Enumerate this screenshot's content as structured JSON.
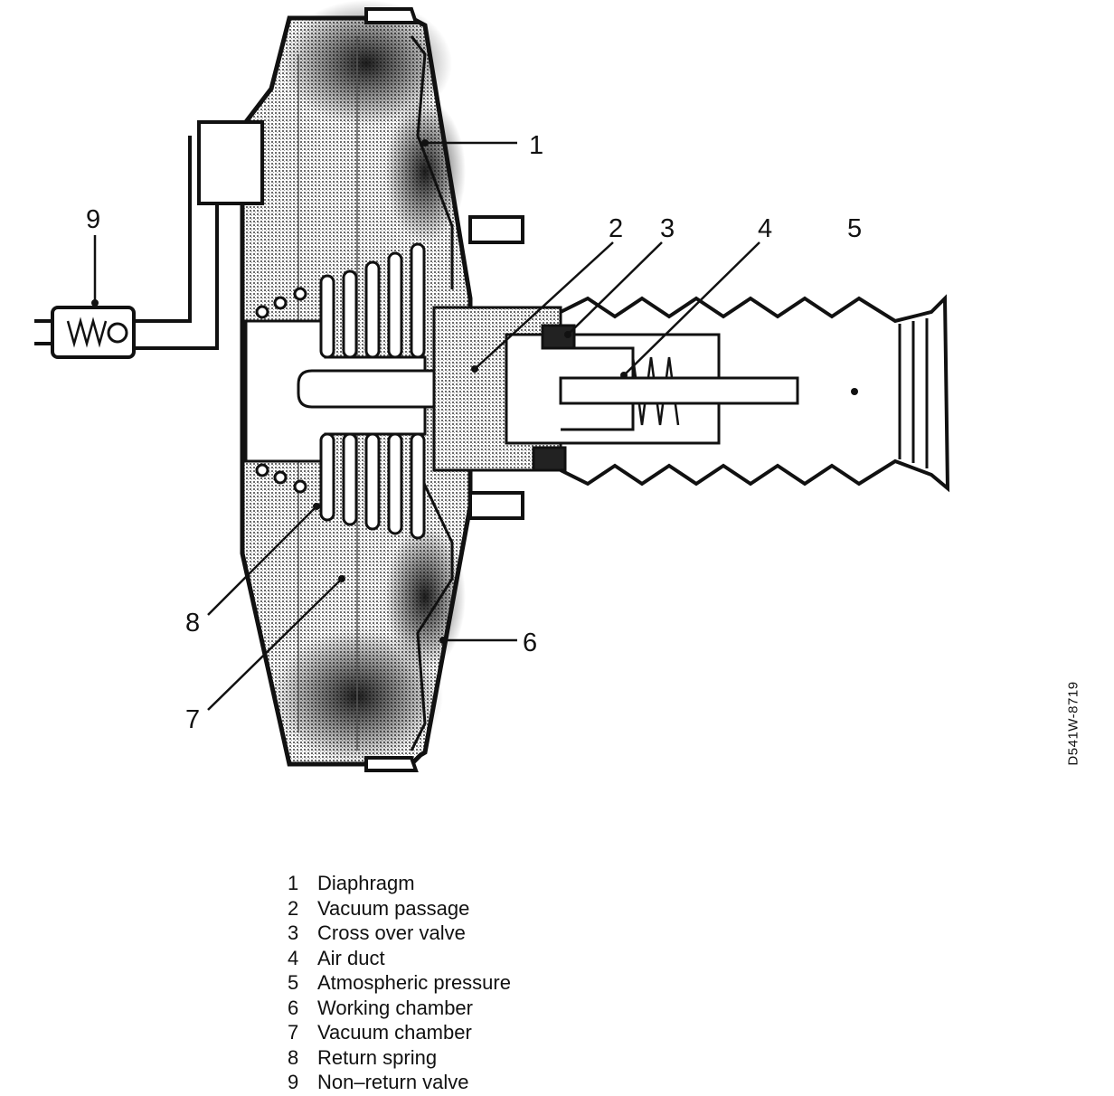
{
  "diagram": {
    "figure_code": "D541W-8719",
    "callouts": [
      "1",
      "2",
      "3",
      "4",
      "5",
      "6",
      "7",
      "8",
      "9"
    ]
  },
  "legend": [
    {
      "num": "1",
      "label": "Diaphragm"
    },
    {
      "num": "2",
      "label": "Vacuum passage"
    },
    {
      "num": "3",
      "label": "Cross over valve"
    },
    {
      "num": "4",
      "label": "Air duct"
    },
    {
      "num": "5",
      "label": "Atmospheric pressure"
    },
    {
      "num": "6",
      "label": "Working chamber"
    },
    {
      "num": "7",
      "label": "Vacuum chamber"
    },
    {
      "num": "8",
      "label": "Return spring"
    },
    {
      "num": "9",
      "label": "Non–return valve"
    }
  ],
  "colors": {
    "line": "#111111",
    "shading": "#7a7a7a",
    "background": "#ffffff"
  }
}
